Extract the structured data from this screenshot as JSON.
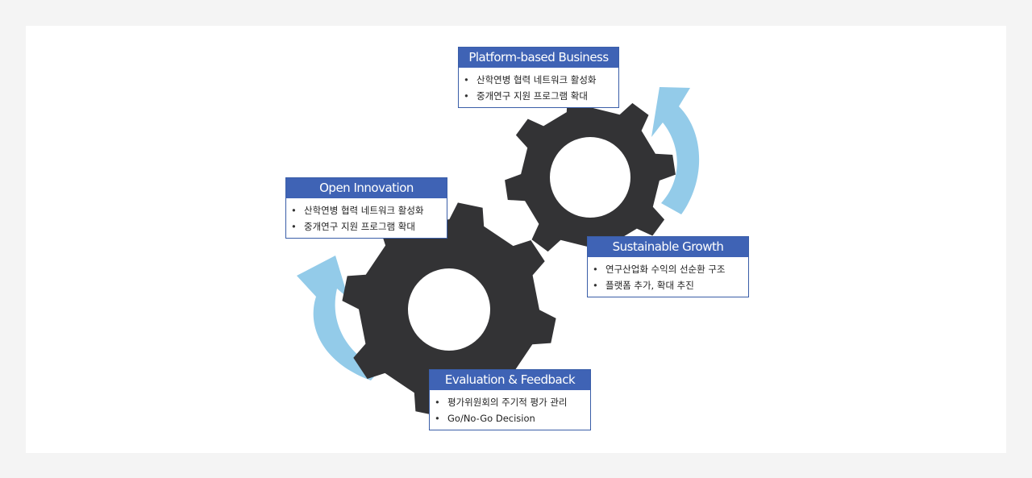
{
  "colors": {
    "header_bg": "#3f63b5",
    "border": "#3a5ea8",
    "gear": "#333335",
    "arrow": "#93cbe9"
  },
  "icons": {
    "gears": [
      "gear-icon",
      "gear-icon"
    ],
    "arrows": [
      "curved-arrow-up-icon",
      "curved-arrow-up-icon"
    ]
  },
  "cards": {
    "platform": {
      "title": "Platform-based Business",
      "items": [
        "산학연병 협력 네트워크 활성화",
        "중개연구 지원 프로그램 확대"
      ]
    },
    "open": {
      "title": "Open Innovation",
      "items": [
        "산학연병 협력 네트워크 활성화",
        "중개연구 지원 프로그램 확대"
      ]
    },
    "sustainable": {
      "title": "Sustainable Growth",
      "items": [
        "연구산업화 수익의 선순환 구조",
        "플랫폼 추가, 확대 추진"
      ]
    },
    "evaluation": {
      "title": "Evaluation & Feedback",
      "items": [
        "평가위원회의 주기적 평가 관리",
        "Go/No-Go Decision"
      ]
    }
  }
}
